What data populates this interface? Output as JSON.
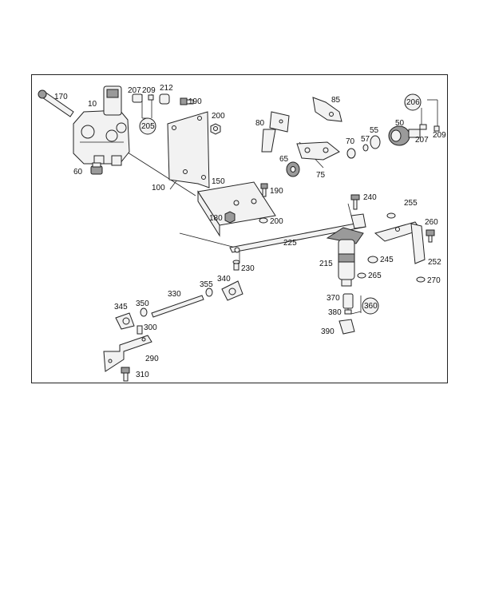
{
  "diagram": {
    "parts": [
      {
        "ref": "10"
      },
      {
        "ref": "50"
      },
      {
        "ref": "55"
      },
      {
        "ref": "57"
      },
      {
        "ref": "60"
      },
      {
        "ref": "65"
      },
      {
        "ref": "70"
      },
      {
        "ref": "75"
      },
      {
        "ref": "80"
      },
      {
        "ref": "85"
      },
      {
        "ref": "100"
      },
      {
        "ref": "150"
      },
      {
        "ref": "170"
      },
      {
        "ref": "180"
      },
      {
        "ref": "190"
      },
      {
        "ref": "200"
      },
      {
        "ref": "205"
      },
      {
        "ref": "206"
      },
      {
        "ref": "207"
      },
      {
        "ref": "209"
      },
      {
        "ref": "212"
      },
      {
        "ref": "215"
      },
      {
        "ref": "225"
      },
      {
        "ref": "230"
      },
      {
        "ref": "240"
      },
      {
        "ref": "245"
      },
      {
        "ref": "252"
      },
      {
        "ref": "255"
      },
      {
        "ref": "260"
      },
      {
        "ref": "265"
      },
      {
        "ref": "270"
      },
      {
        "ref": "290"
      },
      {
        "ref": "300"
      },
      {
        "ref": "310"
      },
      {
        "ref": "330"
      },
      {
        "ref": "340"
      },
      {
        "ref": "345"
      },
      {
        "ref": "350"
      },
      {
        "ref": "355"
      },
      {
        "ref": "360"
      },
      {
        "ref": "370"
      },
      {
        "ref": "380"
      },
      {
        "ref": "390"
      }
    ],
    "colors": {
      "line": "#222222",
      "fill": "#f2f2f2",
      "shade": "#9a9a9a"
    }
  }
}
